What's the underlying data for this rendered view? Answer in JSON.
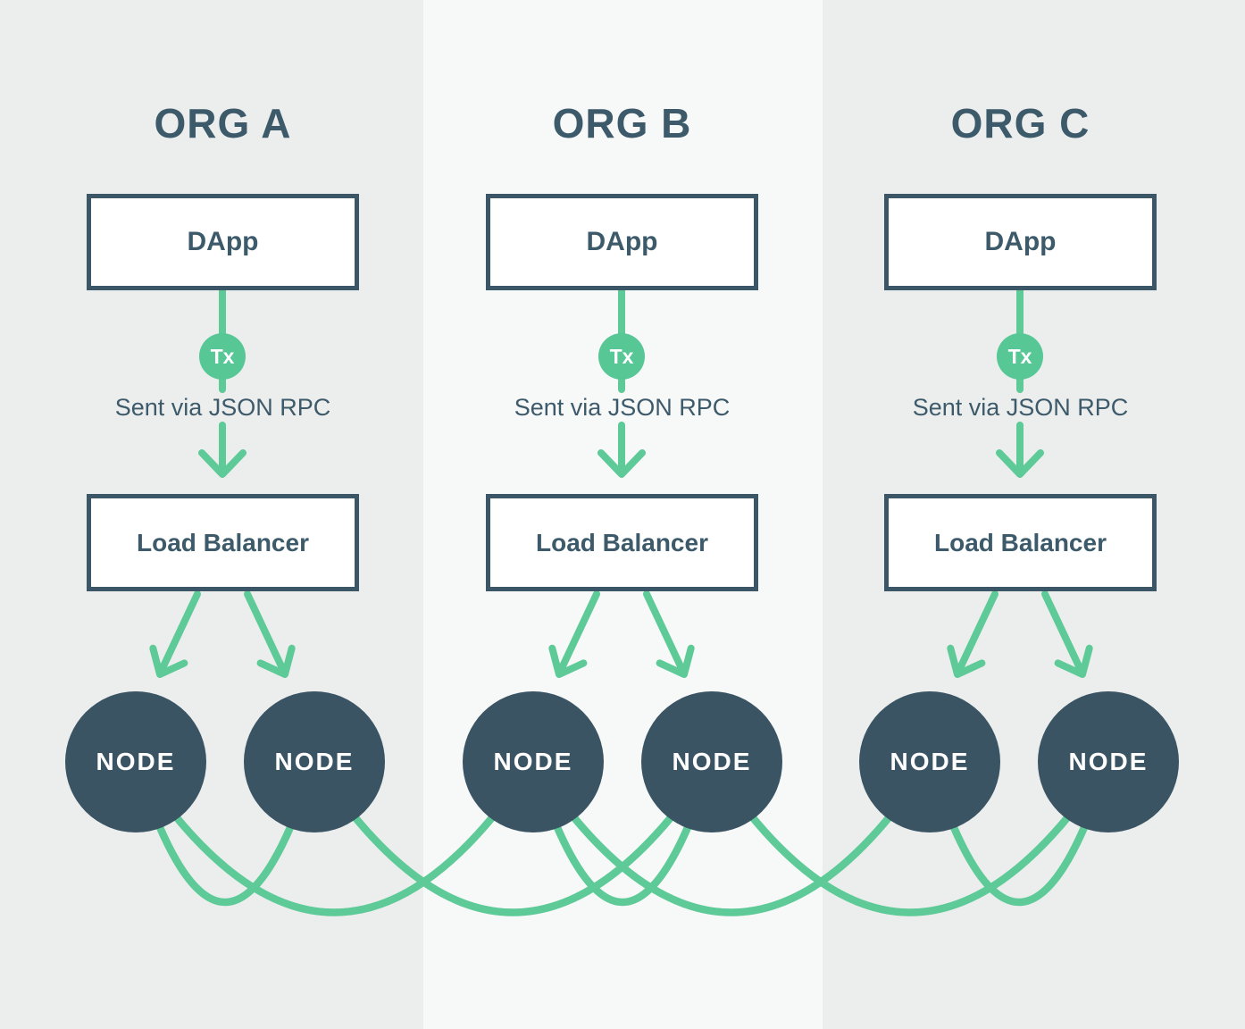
{
  "diagram": {
    "type": "network-architecture",
    "description_visible_elements_only": true,
    "colors": {
      "column_bg": "#eceeed",
      "column_bg_alt": "#f7f8f8",
      "dark_slate_text": "#3d5a6b",
      "box_border": "#3b5767",
      "box_bg": "#ffffff",
      "node_fill": "#3a5464",
      "green_accent": "#5dca98",
      "tx_badge_green": "#56c795",
      "node_text": "#ffffff"
    },
    "columns": [
      {
        "title": "ORG A",
        "dapp_label": "DApp",
        "tx_label": "Tx",
        "rpc_caption": "Sent via JSON RPC",
        "lb_label": "Load Balancer",
        "node_labels": [
          "NODE",
          "NODE"
        ]
      },
      {
        "title": "ORG B",
        "dapp_label": "DApp",
        "tx_label": "Tx",
        "rpc_caption": "Sent via JSON RPC",
        "lb_label": "Load Balancer",
        "node_labels": [
          "NODE",
          "NODE"
        ]
      },
      {
        "title": "ORG C",
        "dapp_label": "DApp",
        "tx_label": "Tx",
        "rpc_caption": "Sent via JSON RPC",
        "lb_label": "Load Balancer",
        "node_labels": [
          "NODE",
          "NODE"
        ]
      }
    ],
    "flow_per_column": [
      "DApp",
      "Tx sent via JSON RPC",
      "Load Balancer",
      "NODE",
      "NODE"
    ],
    "mesh_connections": [
      "A-node1 — A-node2",
      "B-node1 — B-node2",
      "C-node1 — C-node2",
      "A-node1 — B-node1",
      "A-node2 — B-node2",
      "B-node1 — C-node1",
      "B-node2 — C-node2"
    ]
  }
}
